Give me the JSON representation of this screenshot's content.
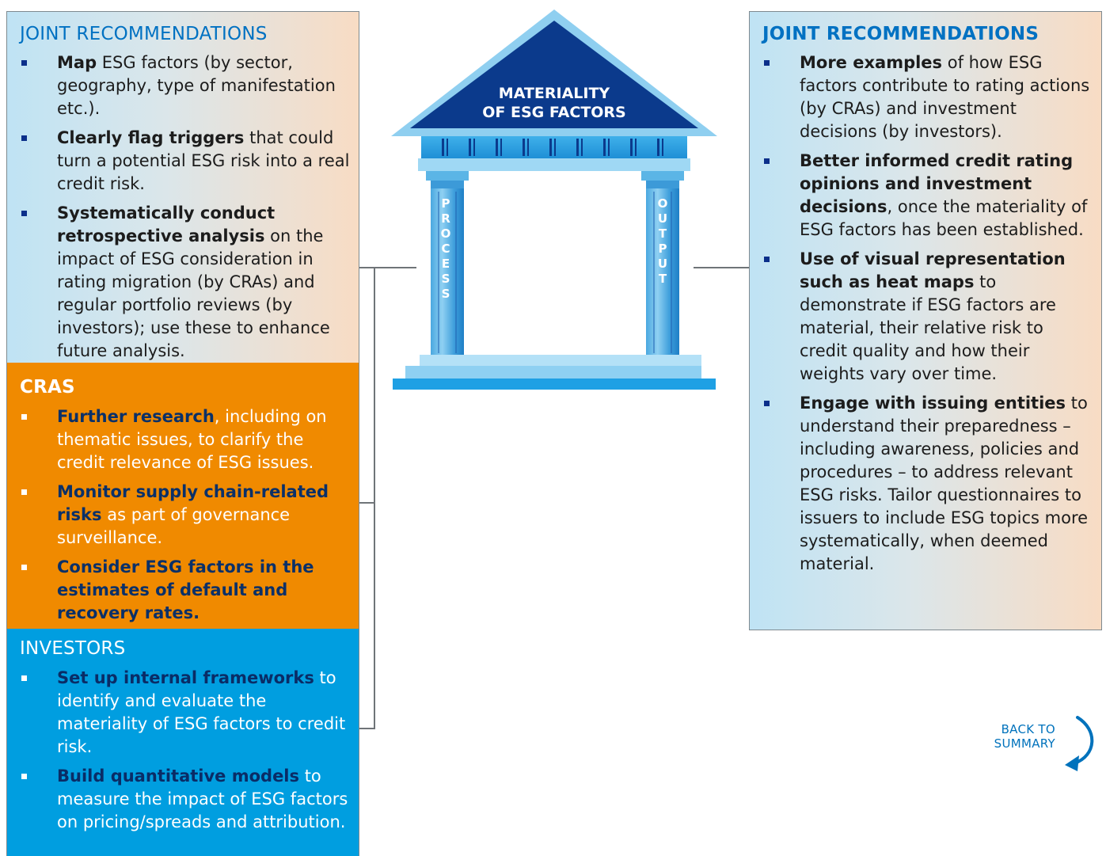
{
  "left_joint": {
    "title": "JOINT RECOMMENDATIONS",
    "items": [
      {
        "bold": "Map",
        "rest": " ESG factors (by sector, geography, type of manifestation etc.)."
      },
      {
        "bold": "Clearly flag triggers",
        "rest": " that could turn a potential ESG risk into a real credit risk."
      },
      {
        "bold": "Systematically conduct retrospective analysis",
        "rest": " on the impact of ESG consideration in rating migration (by CRAs) and regular portfolio reviews (by investors); use these to enhance future analysis."
      }
    ]
  },
  "cras": {
    "title": "CRAS",
    "items": [
      {
        "bold": "Further research",
        "rest": ", including on thematic issues, to clarify the credit relevance of ESG issues."
      },
      {
        "bold": "Monitor supply chain-related risks",
        "rest": " as part of governance surveillance."
      },
      {
        "bold": "Consider ESG factors in the estimates of default and recovery rates.",
        "rest": ""
      }
    ]
  },
  "investors": {
    "title": "INVESTORS",
    "items": [
      {
        "bold": "Set up internal frameworks",
        "rest": " to identify and evaluate the materiality of ESG factors to credit risk."
      },
      {
        "bold": "Build quantitative models",
        "rest": " to measure the impact of ESG factors on pricing/spreads and attribution."
      }
    ]
  },
  "temple": {
    "roof_line1": "MATERIALITY",
    "roof_line2": "OF ESG FACTORS",
    "left_pillar": [
      "P",
      "R",
      "O",
      "C",
      "E",
      "S",
      "S"
    ],
    "right_pillar": [
      "O",
      "U",
      "T",
      "P",
      "U",
      "T"
    ]
  },
  "right_joint": {
    "title": "JOINT RECOMMENDATIONS",
    "items": [
      {
        "bold": "More examples",
        "rest": " of how ESG factors contribute to rating actions (by CRAs) and investment decisions (by investors)."
      },
      {
        "bold": "Better informed credit rating opinions and investment decisions",
        "rest": ", once the materiality of ESG factors has been established."
      },
      {
        "bold": "Use of visual representation such as heat maps",
        "rest": " to demonstrate if ESG factors are material, their relative risk to credit quality and how their weights vary over time."
      },
      {
        "bold": "Engage with issuing entities",
        "rest": " to understand their preparedness – including awareness, policies and procedures – to address relevant ESG risks. Tailor questionnaires to issuers to include ESG topics more systematically, when deemed material."
      }
    ]
  },
  "back_link": {
    "line1": "BACK TO",
    "line2": "SUMMARY"
  },
  "colors": {
    "cras_bg": "#f08a00",
    "investors_bg": "#009ee0",
    "title_blue": "#0071c2",
    "roof_dark": "#0b3a8c"
  }
}
